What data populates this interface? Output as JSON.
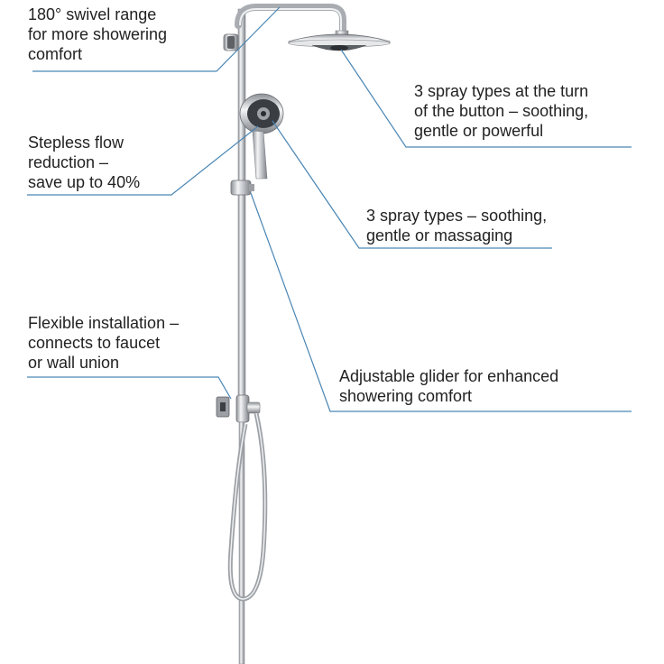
{
  "callouts": [
    {
      "id": "swivel",
      "lines": [
        "180° swivel range",
        "for more showering",
        "comfort"
      ]
    },
    {
      "id": "flow",
      "lines": [
        "Stepless flow",
        "reduction –",
        "save up to 40%"
      ]
    },
    {
      "id": "installation",
      "lines": [
        "Flexible installation –",
        "connects to faucet",
        "or wall union"
      ]
    },
    {
      "id": "head-spray",
      "lines": [
        "3 spray types at the turn",
        "of the button – soothing,",
        "gentle or powerful"
      ]
    },
    {
      "id": "hand-spray",
      "lines": [
        "3 spray types – soothing,",
        "gentle or massaging"
      ]
    },
    {
      "id": "glider",
      "lines": [
        "Adjustable glider for enhanced",
        "showering comfort"
      ]
    }
  ],
  "colors": {
    "leader": "#4a86b4",
    "text": "#222222",
    "chrome": "#b9bcc0",
    "chrome_dark": "#6d7176"
  }
}
